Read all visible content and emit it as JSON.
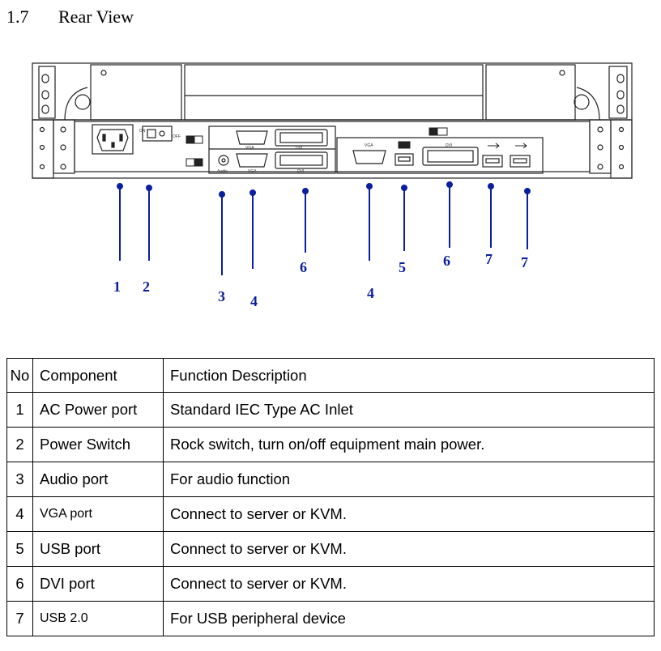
{
  "section": {
    "number": "1.7",
    "title": "Rear View"
  },
  "diagram": {
    "panel_labels": {
      "vga": "VGA",
      "dvi": "DVI",
      "audio": "Audio",
      "on": "ON",
      "off": "OFF"
    },
    "callouts": [
      "1",
      "2",
      "3",
      "4",
      "6",
      "4",
      "5",
      "6",
      "7",
      "7"
    ]
  },
  "table": {
    "headers": [
      "No",
      "Component",
      "Function Description"
    ],
    "rows": [
      {
        "no": "1",
        "component": "AC Power port",
        "description": "Standard IEC Type AC Inlet"
      },
      {
        "no": "2",
        "component": "Power Switch",
        "description": "Rock switch, turn on/off equipment main power."
      },
      {
        "no": "3",
        "component": "Audio port",
        "description": "For audio function"
      },
      {
        "no": "4",
        "component": "VGA port",
        "description": "Connect to server or KVM."
      },
      {
        "no": "5",
        "component": "USB port",
        "description": "Connect to server or KVM."
      },
      {
        "no": "6",
        "component": "DVI port",
        "description": "Connect to server or KVM."
      },
      {
        "no": "7",
        "component": "USB 2.0",
        "description": "For USB peripheral device"
      }
    ]
  }
}
